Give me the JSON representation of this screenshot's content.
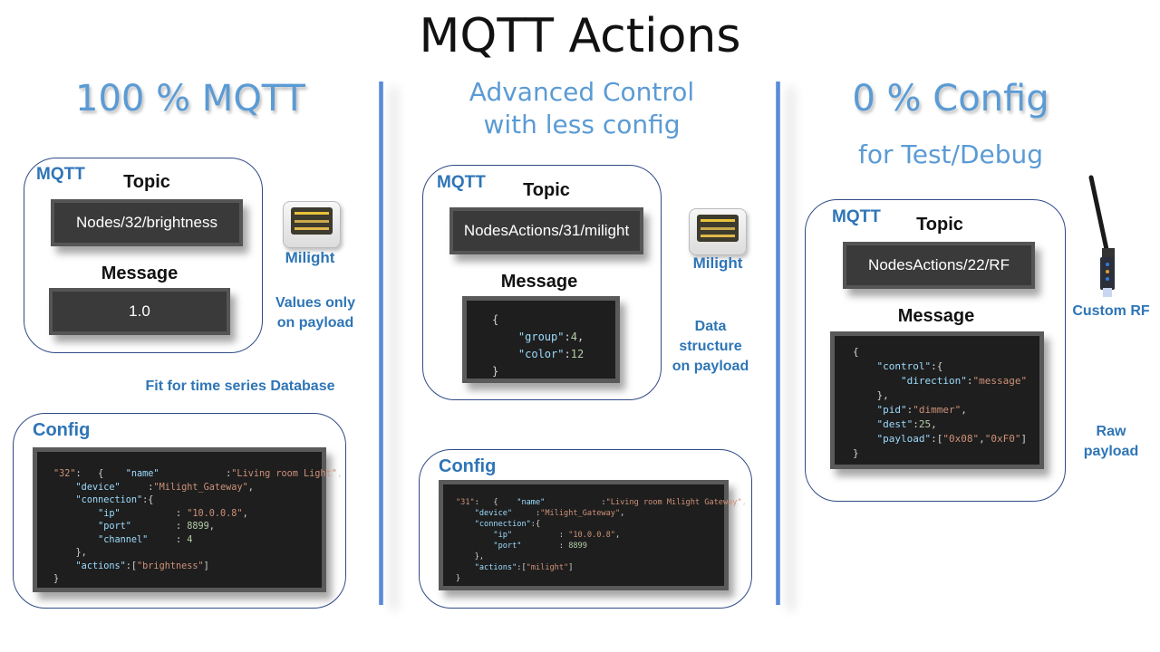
{
  "title": "MQTT Actions",
  "colors": {
    "heading_blue": "#5b9bd5",
    "label_blue": "#2e75b6",
    "divider": "#4f7fd1",
    "panel_border": "#2f4a86"
  },
  "col1": {
    "heading": "100 % MQTT",
    "mqtt_panel": {
      "label": "MQTT",
      "topic_label": "Topic",
      "topic": "Nodes/32/brightness",
      "message_label": "Message",
      "message": "1.0"
    },
    "device_label": "Milight",
    "note_values": "Values only\non payload",
    "note_fit": "Fit for time series Database",
    "config": {
      "label": "Config",
      "lines": [
        [
          {
            "c": "s",
            "t": "\"32\""
          },
          {
            "c": "p",
            "t": ":   {    "
          },
          {
            "c": "k",
            "t": "\"name\""
          },
          {
            "c": "p",
            "t": "            :"
          },
          {
            "c": "s",
            "t": "\"Living room Light\""
          },
          {
            "c": "p",
            "t": ","
          }
        ],
        [
          {
            "c": "p",
            "t": "    "
          },
          {
            "c": "k",
            "t": "\"device\""
          },
          {
            "c": "p",
            "t": "     :"
          },
          {
            "c": "s",
            "t": "\"Milight_Gateway\""
          },
          {
            "c": "p",
            "t": ","
          }
        ],
        [
          {
            "c": "p",
            "t": "    "
          },
          {
            "c": "k",
            "t": "\"connection\""
          },
          {
            "c": "p",
            "t": ":{"
          }
        ],
        [
          {
            "c": "p",
            "t": "        "
          },
          {
            "c": "k",
            "t": "\"ip\""
          },
          {
            "c": "p",
            "t": "          : "
          },
          {
            "c": "s",
            "t": "\"10.0.0.8\""
          },
          {
            "c": "p",
            "t": ","
          }
        ],
        [
          {
            "c": "p",
            "t": "        "
          },
          {
            "c": "k",
            "t": "\"port\""
          },
          {
            "c": "p",
            "t": "        : "
          },
          {
            "c": "n",
            "t": "8899"
          },
          {
            "c": "p",
            "t": ","
          }
        ],
        [
          {
            "c": "p",
            "t": "        "
          },
          {
            "c": "k",
            "t": "\"channel\""
          },
          {
            "c": "p",
            "t": "     : "
          },
          {
            "c": "n",
            "t": "4"
          }
        ],
        [
          {
            "c": "p",
            "t": "    },"
          }
        ],
        [
          {
            "c": "p",
            "t": "    "
          },
          {
            "c": "k",
            "t": "\"actions\""
          },
          {
            "c": "p",
            "t": ":["
          },
          {
            "c": "s",
            "t": "\"brightness\""
          },
          {
            "c": "p",
            "t": "]"
          }
        ],
        [
          {
            "c": "p",
            "t": "}"
          }
        ]
      ]
    }
  },
  "col2": {
    "heading": "Advanced Control\nwith less config",
    "mqtt_panel": {
      "label": "MQTT",
      "topic_label": "Topic",
      "topic": "NodesActions/31/milight",
      "message_label": "Message",
      "message_lines": [
        [
          {
            "c": "p",
            "t": "{"
          }
        ],
        [
          {
            "c": "p",
            "t": "    "
          },
          {
            "c": "k",
            "t": "\"group\""
          },
          {
            "c": "p",
            "t": ":"
          },
          {
            "c": "n",
            "t": "4"
          },
          {
            "c": "p",
            "t": ","
          }
        ],
        [
          {
            "c": "p",
            "t": "    "
          },
          {
            "c": "k",
            "t": "\"color\""
          },
          {
            "c": "p",
            "t": ":"
          },
          {
            "c": "n",
            "t": "12"
          }
        ],
        [
          {
            "c": "p",
            "t": "}"
          }
        ]
      ]
    },
    "device_label": "Milight",
    "note_data": "Data\nstructure\non payload",
    "config": {
      "label": "Config",
      "lines": [
        [
          {
            "c": "s",
            "t": "\"31\""
          },
          {
            "c": "p",
            "t": ":   {    "
          },
          {
            "c": "k",
            "t": "\"name\""
          },
          {
            "c": "p",
            "t": "            :"
          },
          {
            "c": "s",
            "t": "\"Living room Milight Gateway\""
          },
          {
            "c": "p",
            "t": ","
          }
        ],
        [
          {
            "c": "p",
            "t": "    "
          },
          {
            "c": "k",
            "t": "\"device\""
          },
          {
            "c": "p",
            "t": "     :"
          },
          {
            "c": "s",
            "t": "\"Milight_Gateway\""
          },
          {
            "c": "p",
            "t": ","
          }
        ],
        [
          {
            "c": "p",
            "t": "    "
          },
          {
            "c": "k",
            "t": "\"connection\""
          },
          {
            "c": "p",
            "t": ":{"
          }
        ],
        [
          {
            "c": "p",
            "t": "        "
          },
          {
            "c": "k",
            "t": "\"ip\""
          },
          {
            "c": "p",
            "t": "          : "
          },
          {
            "c": "s",
            "t": "\"10.0.0.8\""
          },
          {
            "c": "p",
            "t": ","
          }
        ],
        [
          {
            "c": "p",
            "t": "        "
          },
          {
            "c": "k",
            "t": "\"port\""
          },
          {
            "c": "p",
            "t": "        : "
          },
          {
            "c": "n",
            "t": "8899"
          }
        ],
        [
          {
            "c": "p",
            "t": "    },"
          }
        ],
        [
          {
            "c": "p",
            "t": "    "
          },
          {
            "c": "k",
            "t": "\"actions\""
          },
          {
            "c": "p",
            "t": ":["
          },
          {
            "c": "s",
            "t": "\"milight\""
          },
          {
            "c": "p",
            "t": "]"
          }
        ],
        [
          {
            "c": "p",
            "t": "}"
          }
        ]
      ]
    }
  },
  "col3": {
    "heading": "0 % Config",
    "subheading": "for Test/Debug",
    "mqtt_panel": {
      "label": "MQTT",
      "topic_label": "Topic",
      "topic": "NodesActions/22/RF",
      "message_label": "Message",
      "message_lines": [
        [
          {
            "c": "p",
            "t": "{"
          }
        ],
        [
          {
            "c": "p",
            "t": "    "
          },
          {
            "c": "k",
            "t": "\"control\""
          },
          {
            "c": "p",
            "t": ":{"
          }
        ],
        [
          {
            "c": "p",
            "t": "        "
          },
          {
            "c": "k",
            "t": "\"direction\""
          },
          {
            "c": "p",
            "t": ":"
          },
          {
            "c": "s",
            "t": "\"message\""
          }
        ],
        [
          {
            "c": "p",
            "t": "    },"
          }
        ],
        [
          {
            "c": "p",
            "t": "    "
          },
          {
            "c": "k",
            "t": "\"pid\""
          },
          {
            "c": "p",
            "t": ":"
          },
          {
            "c": "s",
            "t": "\"dimmer\""
          },
          {
            "c": "p",
            "t": ","
          }
        ],
        [
          {
            "c": "p",
            "t": "    "
          },
          {
            "c": "k",
            "t": "\"dest\""
          },
          {
            "c": "p",
            "t": ":"
          },
          {
            "c": "n",
            "t": "25"
          },
          {
            "c": "p",
            "t": ","
          }
        ],
        [
          {
            "c": "p",
            "t": "    "
          },
          {
            "c": "k",
            "t": "\"payload\""
          },
          {
            "c": "p",
            "t": ":["
          },
          {
            "c": "s",
            "t": "\"0x08\""
          },
          {
            "c": "p",
            "t": ","
          },
          {
            "c": "s",
            "t": "\"0xF0\""
          },
          {
            "c": "p",
            "t": "]"
          }
        ],
        [
          {
            "c": "p",
            "t": "}"
          }
        ]
      ]
    },
    "device_label": "Custom RF",
    "note_raw": "Raw\npayload"
  }
}
